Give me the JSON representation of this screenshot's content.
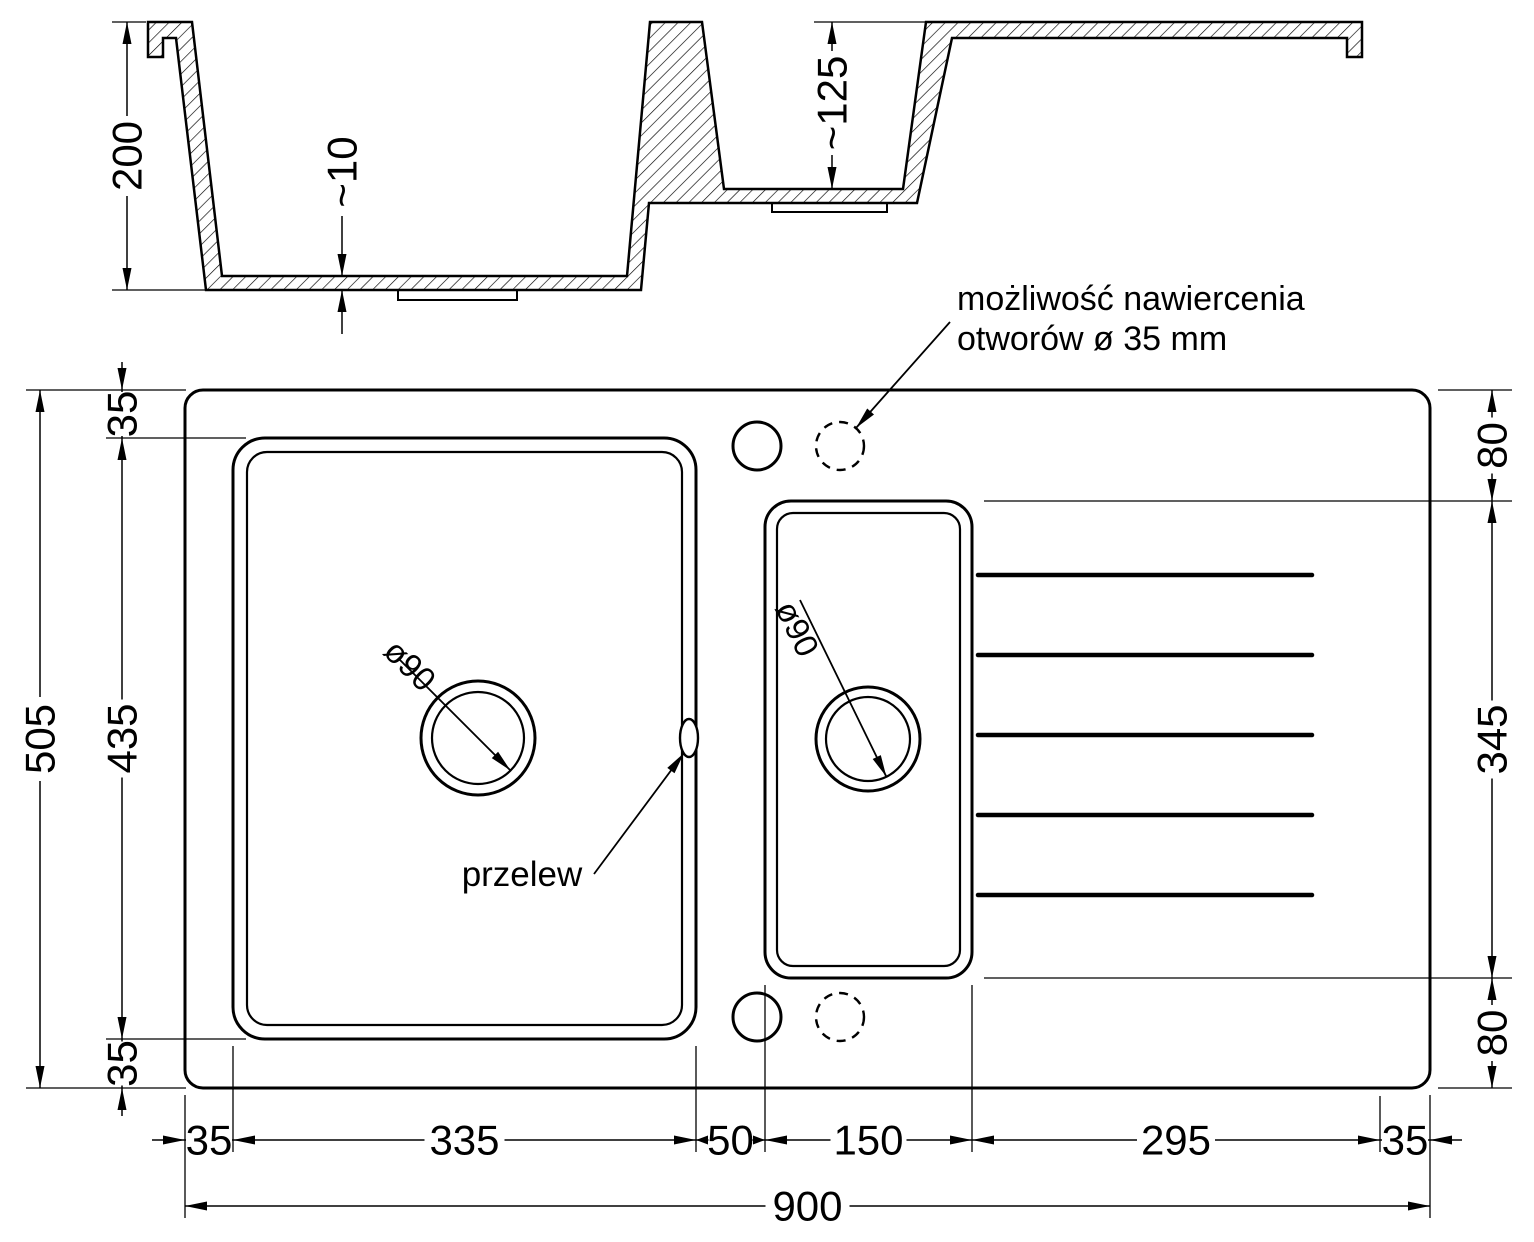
{
  "cross_section": {
    "overall_depth": "200",
    "bottom_thickness": "~10",
    "small_bowl_depth": "~125"
  },
  "plan": {
    "overall_width": "900",
    "overall_height": "505",
    "left_margin": "35",
    "main_bowl_width": "335",
    "center_gap": "50",
    "small_bowl_width": "150",
    "drainer_width": "295",
    "right_margin": "35",
    "top_margin": "35",
    "main_bowl_height": "435",
    "bottom_margin": "35",
    "right_top_margin": "80",
    "small_bowl_height": "345",
    "right_bottom_margin": "80"
  },
  "labels": {
    "drill_note_line1": "możliwość nawiercenia",
    "drill_note_line2": "otworów ø 35 mm",
    "overflow": "przelew",
    "main_drain_diameter": "ø90",
    "small_drain_diameter": "ø90"
  },
  "colors": {
    "line": "#000000",
    "background": "#ffffff"
  }
}
